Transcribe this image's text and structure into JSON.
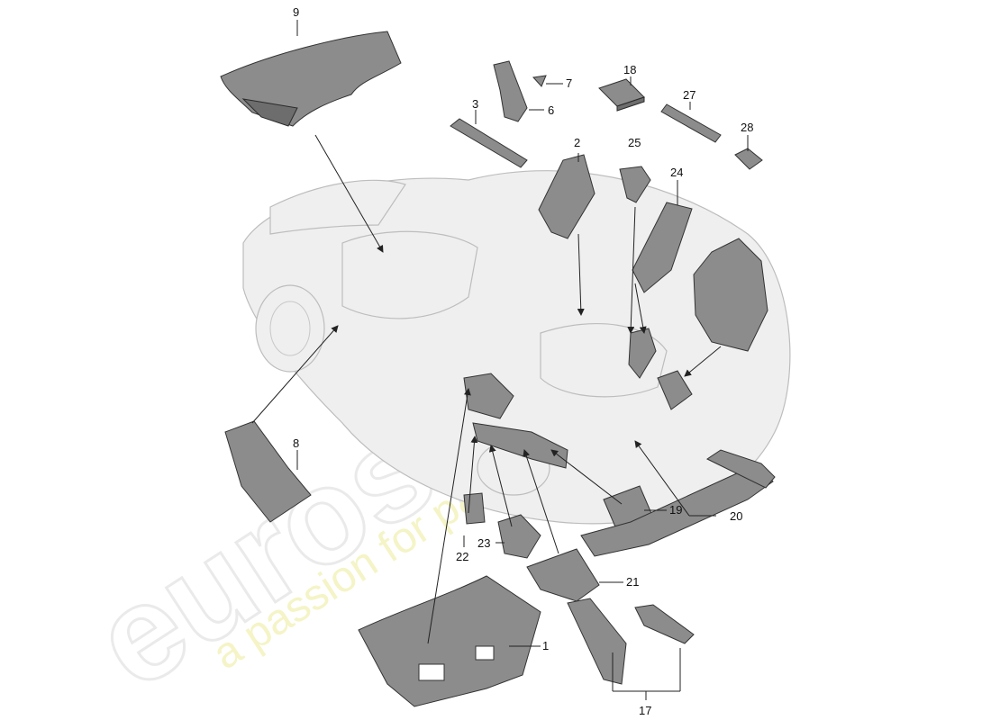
{
  "watermark": {
    "brand": "eurospares",
    "tagline": "a passion for parts since 1985"
  },
  "callouts": {
    "c1": "1",
    "c2": "2",
    "c3": "3",
    "c6": "6",
    "c7": "7",
    "c8": "8",
    "c9": "9",
    "c17": "17",
    "c18": "18",
    "c19": "19",
    "c20": "20",
    "c21": "21",
    "c22": "22",
    "c23": "23",
    "c24": "24",
    "c25": "25",
    "c27": "27",
    "c28": "28"
  }
}
